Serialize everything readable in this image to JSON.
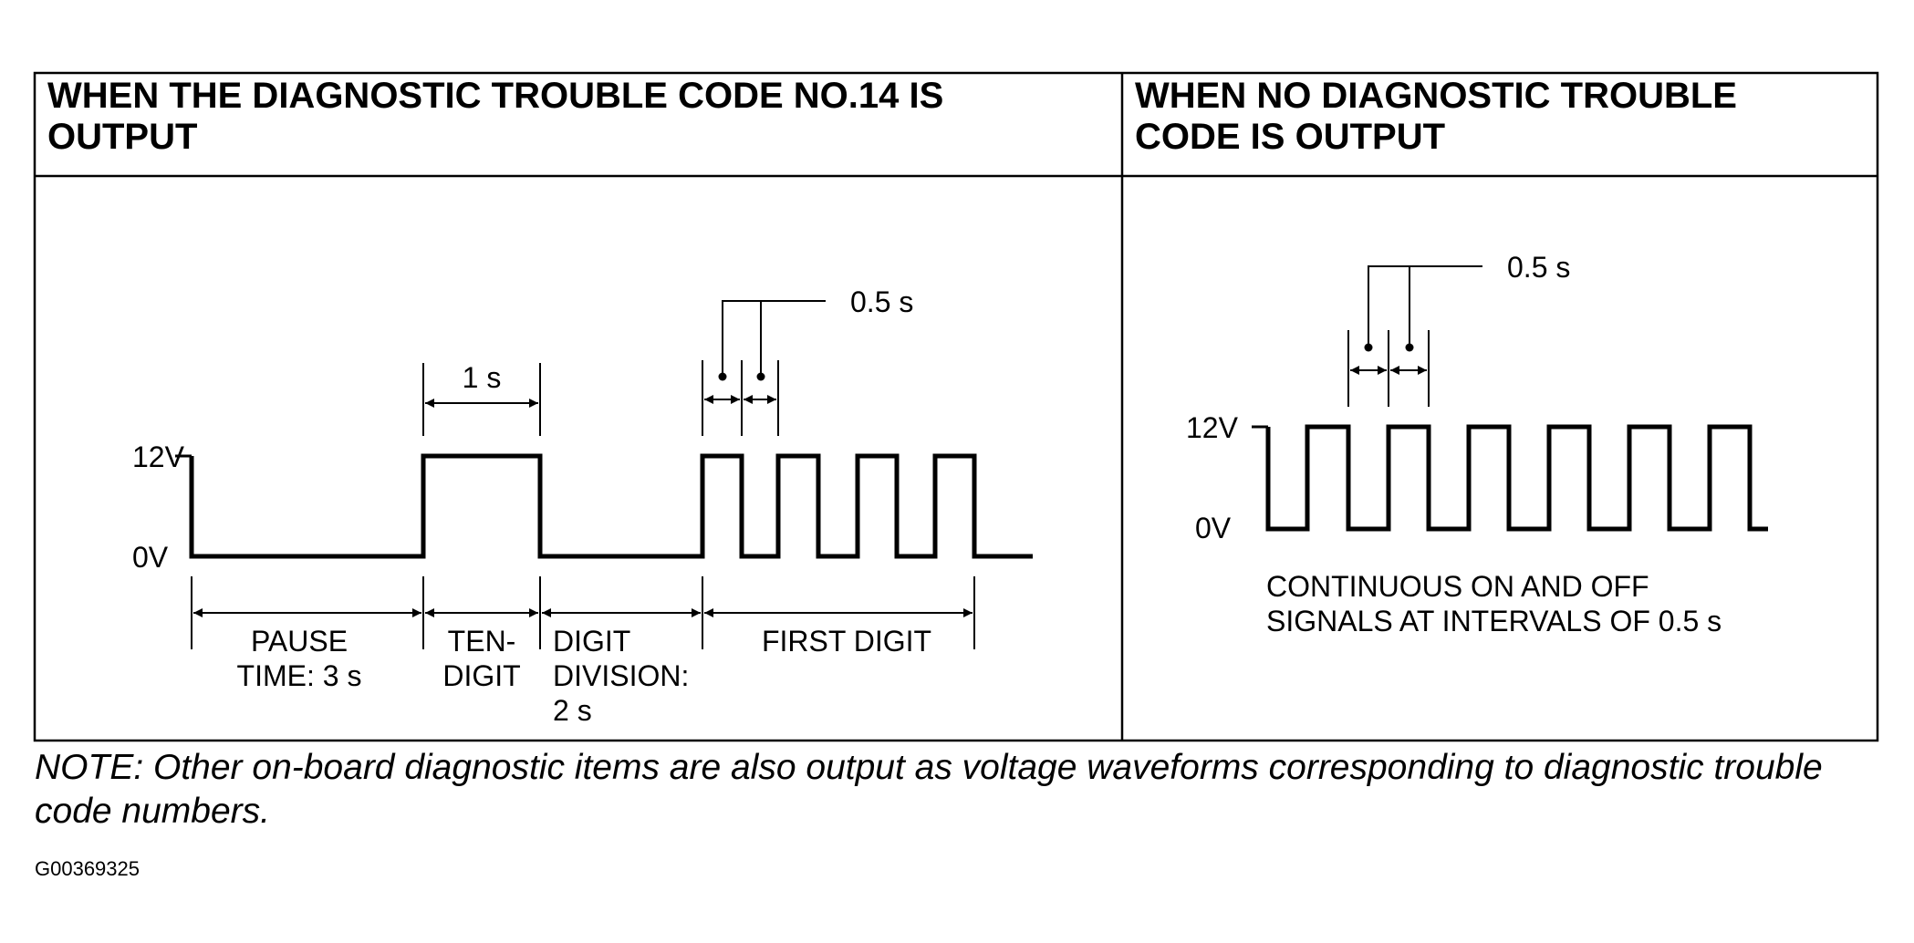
{
  "panels": {
    "left": {
      "header_line1": "WHEN THE DIAGNOSTIC TROUBLE CODE NO.14 IS",
      "header_line2": "OUTPUT",
      "level_high": "12V",
      "level_low": "0V",
      "dim_1s": "1 s",
      "dim_half": "0.5 s",
      "seg_pause": [
        "PAUSE",
        "TIME: 3 s"
      ],
      "seg_ten": [
        "TEN-",
        "DIGIT"
      ],
      "seg_division": [
        "DIGIT",
        "DIVISION:",
        "2 s"
      ],
      "seg_first": "FIRST DIGIT"
    },
    "right": {
      "header_line1": "WHEN NO DIAGNOSTIC TROUBLE",
      "header_line2": "CODE IS OUTPUT",
      "level_high": "12V",
      "level_low": "0V",
      "dim_half": "0.5 s",
      "caption": [
        "CONTINUOUS ON AND OFF",
        "SIGNALS AT INTERVALS OF 0.5 s"
      ]
    }
  },
  "note": "NOTE: Other on-board diagnostic items are also output as voltage waveforms corresponding to diagnostic trouble code numbers.",
  "figure_id": "G00369325"
}
